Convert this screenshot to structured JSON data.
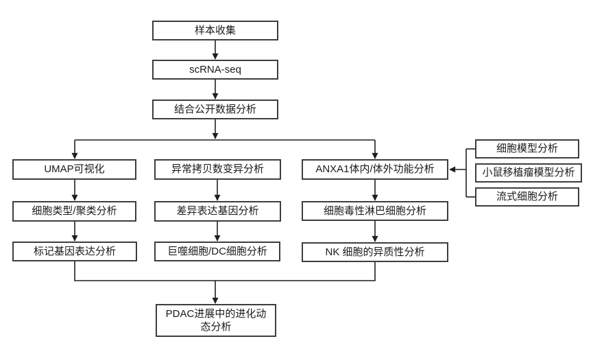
{
  "diagram": {
    "type": "flowchart",
    "colors": {
      "background": "#ffffff",
      "box_fill": "#ffffff",
      "box_border": "#3d3d3d",
      "connector": "#1f1f1f",
      "text": "#1a1a1a"
    },
    "nodes": {
      "sample": {
        "label": "样本收集"
      },
      "scrna": {
        "label": "scRNA-seq"
      },
      "public": {
        "label": "结合公开数据分析"
      },
      "umap": {
        "label": "UMAP可视化"
      },
      "celltype": {
        "label": "细胞类型/聚类分析"
      },
      "marker": {
        "label": "标记基因表达分析"
      },
      "cnv": {
        "label": "异常拷贝数变异分析"
      },
      "deg": {
        "label": "差异表达基因分析"
      },
      "macro": {
        "label": "巨噬细胞/DC细胞分析"
      },
      "anxa1": {
        "label": "ANXA1体内/体外功能分析"
      },
      "ctl": {
        "label": "细胞毒性淋巴细胞分析"
      },
      "nk": {
        "label": "NK 细胞的异质性分析"
      },
      "cellmodel": {
        "label": "细胞模型分析"
      },
      "mouse": {
        "label": "小鼠移植瘤模型分析"
      },
      "flow": {
        "label": "流式细胞分析"
      },
      "pdac": {
        "label": "PDAC进展中的进化动\n态分析"
      }
    },
    "edges": [
      {
        "from": "sample",
        "to": "scrna",
        "arrow": true
      },
      {
        "from": "scrna",
        "to": "public",
        "arrow": true
      },
      {
        "from": "public",
        "to": "branch-line",
        "arrow": true
      },
      {
        "from": "branch-line",
        "to": "umap",
        "arrow": true
      },
      {
        "from": "branch-line",
        "to": "anxa1",
        "arrow": true
      },
      {
        "from": "umap",
        "to": "celltype",
        "arrow": true
      },
      {
        "from": "celltype",
        "to": "marker",
        "arrow": true
      },
      {
        "from": "cnv",
        "to": "deg",
        "arrow": true
      },
      {
        "from": "deg",
        "to": "macro",
        "arrow": true
      },
      {
        "from": "anxa1",
        "to": "ctl",
        "arrow": true
      },
      {
        "from": "ctl",
        "to": "nk",
        "arrow": true
      },
      {
        "from": "cellmodel",
        "to": "anxa1",
        "arrow": true
      },
      {
        "from": "mouse",
        "to": "anxa1",
        "arrow": true
      },
      {
        "from": "flow",
        "to": "anxa1",
        "arrow": true
      },
      {
        "from": "marker",
        "to": "merge-line",
        "arrow": false
      },
      {
        "from": "nk",
        "to": "merge-line",
        "arrow": false
      },
      {
        "from": "merge-line",
        "to": "pdac",
        "arrow": true
      }
    ]
  }
}
